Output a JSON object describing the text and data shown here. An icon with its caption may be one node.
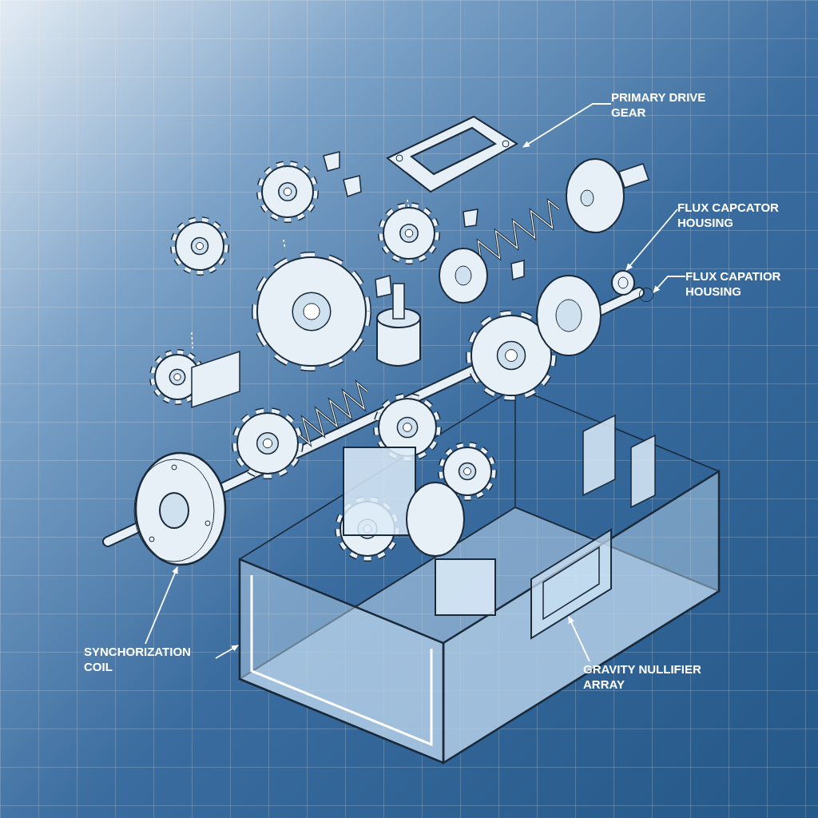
{
  "diagram": {
    "nodes": [
      {
        "text": [
          "PRIMARY DRIVE GEAR"
        ]
      },
      {
        "text": [],
        "shape": "picture"
      },
      {
        "text": [
          "FLUX CAPCATOR HOUSING"
        ]
      },
      {
        "text": [],
        "shape": "picture"
      },
      {
        "text": [
          "FLUX CAPATIOR HOUSING"
        ]
      },
      {
        "text": [],
        "shape": "circle"
      },
      {
        "text": [
          "SYNCHORIZATION COIL"
        ]
      },
      {
        "text": [],
        "shape": "picture"
      },
      {
        "text": [],
        "shape": "picture"
      },
      {
        "text": [
          "GRAVITY NULLIFIER ARRAY"
        ]
      },
      {
        "text": [],
        "shape": "picture",
        "in": 8
      }
    ],
    "edges": [
      {
        "from": 0,
        "to": 1,
        "arrow": "to"
      },
      {
        "from": 2,
        "to": 3,
        "arrow": "to"
      },
      {
        "from": 4,
        "to": 5,
        "arrow": "to"
      },
      {
        "from": 6,
        "to": 7,
        "arrow": "to"
      },
      {
        "from": 6,
        "to": 8,
        "arrow": "to"
      },
      {
        "from": 9,
        "to": 10,
        "arrow": "to"
      }
    ]
  }
}
